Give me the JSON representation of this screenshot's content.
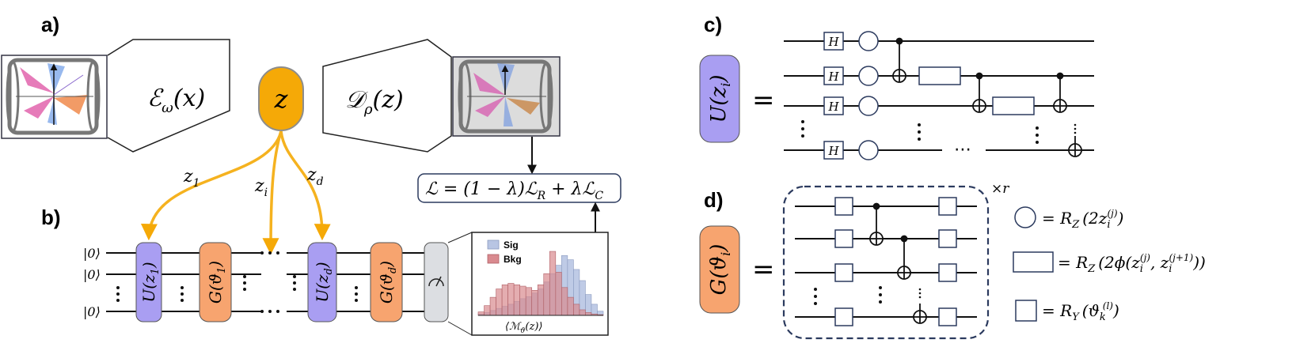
{
  "panels": {
    "a": "a)",
    "b": "b)",
    "c": "c)",
    "d": "d)"
  },
  "autoencoder": {
    "encoder": "ℰ",
    "encoder_sub": "ω",
    "encoder_arg": "(x)",
    "latent": "z",
    "decoder": "𝒟",
    "decoder_sub": "ρ",
    "decoder_arg": "(z)"
  },
  "latent_branches": {
    "z1": "z",
    "z1_sub": "1",
    "zi": "z",
    "zi_sub": "i",
    "zd": "z",
    "zd_sub": "d"
  },
  "loss": {
    "lhs": "ℒ = (1 − λ)ℒ",
    "sub_r": "R",
    "mid": " + λℒ",
    "sub_c": "C"
  },
  "circuit_b": {
    "ket": "|0⟩",
    "u1": "U(z",
    "u1_sub": "1",
    "u1_close": ")",
    "g1": "G(ϑ",
    "g1_sub": "1",
    "g1_close": ")",
    "ud": "U(z",
    "ud_sub": "d",
    "ud_close": ")",
    "gd": "G(ϑ",
    "gd_sub": "d",
    "gd_close": ")"
  },
  "histogram": {
    "legend": [
      "Sig",
      "Bkg"
    ],
    "xlabel": "⟨ℳ",
    "xlabel_sub": "ϑ",
    "xlabel_tail": "(z)⟩",
    "colors": {
      "sig": "#b8c5e3",
      "bkg": "#d98a8f"
    },
    "sig": [
      0.02,
      0.04,
      0.07,
      0.1,
      0.13,
      0.16,
      0.2,
      0.24,
      0.27,
      0.32,
      0.38,
      0.48,
      0.6,
      0.72,
      0.86,
      0.8,
      0.66,
      0.5,
      0.3,
      0.16,
      0.06
    ],
    "bkg": [
      0.05,
      0.14,
      0.26,
      0.38,
      0.44,
      0.46,
      0.44,
      0.42,
      0.4,
      0.36,
      0.44,
      0.6,
      0.92,
      0.62,
      0.4,
      0.26,
      0.16,
      0.08,
      0.04,
      0.02,
      0.01
    ]
  },
  "panel_c": {
    "label": "U(z",
    "label_sub": "i",
    "label_close": ")",
    "equals": "=",
    "h": "H",
    "dots": "⋯"
  },
  "panel_d": {
    "label": "G(ϑ",
    "label_sub": "i",
    "label_close": ")",
    "equals": "=",
    "repeat": "×r"
  },
  "legend_d": {
    "circle_lhs": "= R",
    "circle_sub": "Z",
    "circle_arg": "(2z",
    "circle_sub2": "i",
    "circle_sup2": "(j)",
    "circle_close": ")",
    "rect_lhs": "= R",
    "rect_sub": "Z",
    "rect_arg": "(2ϕ(z",
    "rect_sub_a": "i",
    "rect_sup_a": "(j)",
    "rect_mid": ", z",
    "rect_sub_b": "i",
    "rect_sup_b": "(j+1)",
    "rect_close": "))",
    "square_lhs": "= R",
    "square_sub": "Y",
    "square_arg": "(ϑ",
    "square_sub2": "k",
    "square_sup2": "(l)",
    "square_close": ")"
  },
  "colors": {
    "purple": "#a99ef2",
    "orange_box": "#f7a46f",
    "latent": "#f5a907",
    "arrow": "#f5b21f",
    "measure": "#dcdee2",
    "navy": "#2b3a5e"
  }
}
